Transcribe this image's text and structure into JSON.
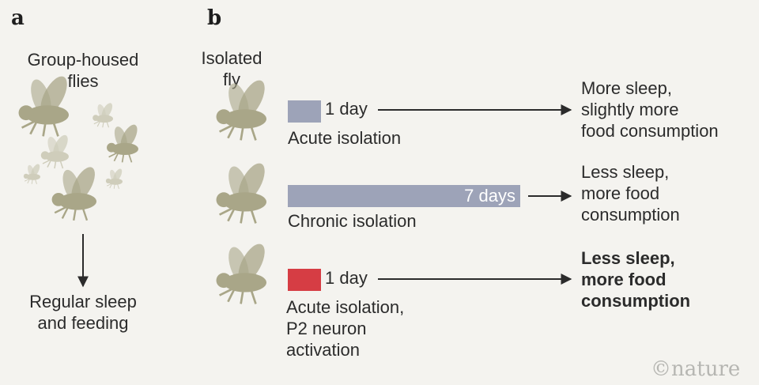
{
  "panel_a": {
    "letter": "a",
    "top_label_line1": "Group-housed",
    "top_label_line2": "flies",
    "bottom_label_line1": "Regular sleep",
    "bottom_label_line2": "and feeding"
  },
  "panel_b": {
    "letter": "b",
    "column_label_line1": "Isolated",
    "column_label_line2": "fly",
    "rows": [
      {
        "duration": "1 day",
        "condition_lines": [
          "Acute isolation"
        ],
        "outcome_lines": [
          "More sleep,",
          "slightly more",
          "food consumption"
        ],
        "bar_color": "#9da3b8"
      },
      {
        "duration": "7 days",
        "condition_lines": [
          "Chronic isolation"
        ],
        "outcome_lines": [
          "Less sleep,",
          "more food",
          "consumption"
        ],
        "bar_color": "#9da3b8"
      },
      {
        "duration": "1 day",
        "condition_lines": [
          "Acute isolation,",
          "P2 neuron",
          "activation"
        ],
        "outcome_lines": [
          "Less sleep,",
          "more food",
          "consumption"
        ],
        "bar_color": "#d63d44"
      }
    ]
  },
  "credit": "©nature",
  "colors": {
    "background": "#f4f3ef",
    "fly": "#a9a688",
    "fly_faded": "#d6d4c4",
    "bar_grey": "#9da3b8",
    "bar_red": "#d63d44"
  },
  "icons": [
    "fly-icon",
    "arrow-down-icon",
    "arrow-right-icon"
  ]
}
